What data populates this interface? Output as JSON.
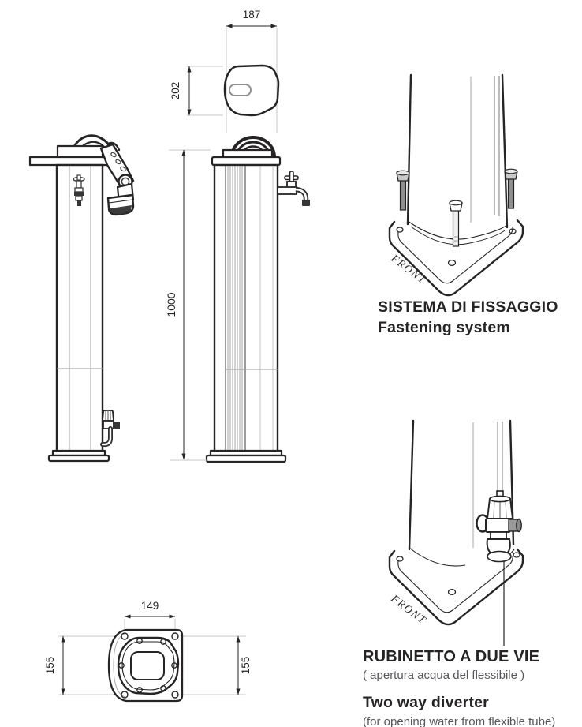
{
  "drawing": {
    "background": "#ffffff",
    "ink_color": "#262424",
    "light_line_color": "#9c9c9c",
    "muted_text_color": "#56575b"
  },
  "top_view": {
    "width_dim": "187",
    "depth_dim": "202"
  },
  "column_views": {
    "height_dim": "1000"
  },
  "base_plan": {
    "width_dim": "149",
    "left_depth_dim": "155",
    "right_depth_dim": "155"
  },
  "fastening_detail": {
    "front_label": "FRONT",
    "title_it": "SISTEMA DI FISSAGGIO",
    "title_en": "Fastening system"
  },
  "diverter_detail": {
    "front_label": "FRONT",
    "title_it": "RUBINETTO A DUE VIE",
    "note_it": "( apertura acqua del flessibile )",
    "title_en": "Two way diverter",
    "note_en": "(for opening water from flexible tube)"
  }
}
